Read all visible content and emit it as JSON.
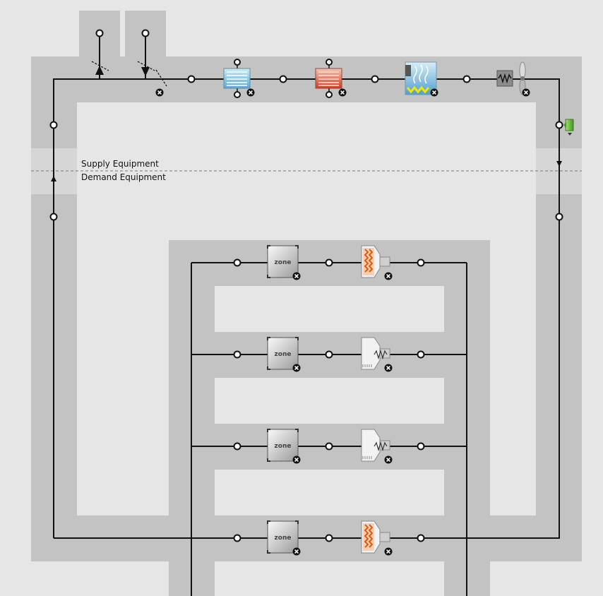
{
  "labels": {
    "supply": "Supply Equipment",
    "demand": "Demand Equipment"
  },
  "zone_label": "zone",
  "colors": {
    "background": "#e6e6e6",
    "lane": "#c3c3c3",
    "line": "#111111",
    "setpoint_manager": "#5cb82e"
  },
  "supply_components": [
    {
      "name": "outdoor-air-relief-damper-icon"
    },
    {
      "name": "outdoor-air-intake-damper-icon"
    },
    {
      "name": "mixing-box-damper-icon"
    },
    {
      "name": "cooling-coil-icon"
    },
    {
      "name": "heating-coil-icon"
    },
    {
      "name": "humidifier-icon"
    },
    {
      "name": "supply-fan-icon"
    },
    {
      "name": "setpoint-manager-icon"
    }
  ],
  "branches": [
    {
      "zone": "zone",
      "terminal": "reheat-terminal-icon"
    },
    {
      "zone": "zone",
      "terminal": "no-reheat-terminal-icon"
    },
    {
      "zone": "zone",
      "terminal": "no-reheat-terminal-icon"
    },
    {
      "zone": "zone",
      "terminal": "reheat-terminal-icon"
    }
  ]
}
